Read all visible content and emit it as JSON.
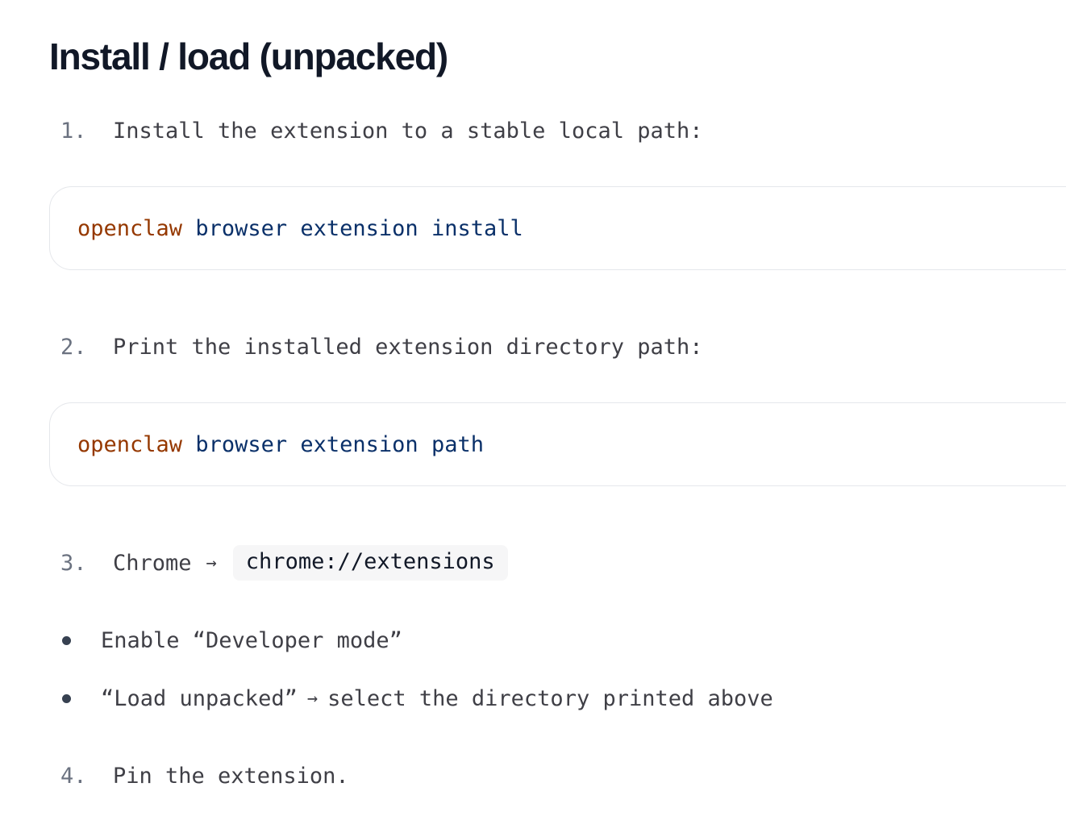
{
  "heading": "Install / load (unpacked)",
  "steps": [
    {
      "number": "1.",
      "text": "Install the extension to a stable local path:",
      "code": {
        "command": "openclaw",
        "args": [
          "browser",
          "extension",
          "install"
        ]
      }
    },
    {
      "number": "2.",
      "text": "Print the installed extension directory path:",
      "code": {
        "command": "openclaw",
        "args": [
          "browser",
          "extension",
          "path"
        ]
      }
    },
    {
      "number": "3.",
      "text": "Chrome",
      "arrow": "→",
      "inline_code": "chrome://extensions"
    },
    {
      "number": "4.",
      "text": "Pin the extension."
    }
  ],
  "bullets": [
    {
      "text": "Enable “Developer mode”"
    },
    {
      "pre": "“Load unpacked”",
      "arrow": "→",
      "post": "select the directory printed above"
    }
  ]
}
